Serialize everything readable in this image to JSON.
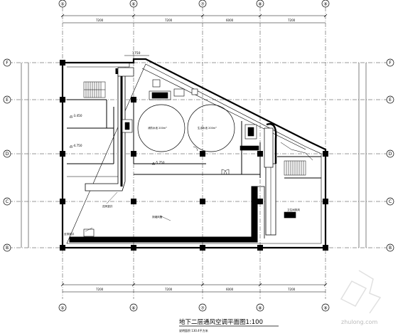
{
  "drawing": {
    "title": "地下二层通风空调平面图1:100",
    "subtitle": "说明面积  130.4平方米",
    "top_dim": "1750",
    "axis_top": [
      "⑤",
      "⑥",
      "⑦",
      "⑧",
      "⑨"
    ],
    "axis_bottom": [
      "⑤",
      "⑥",
      "⑦",
      "⑧",
      "⑨"
    ],
    "axis_left": [
      "F",
      "E",
      "D",
      "C",
      "B"
    ],
    "axis_right": [
      "F",
      "E",
      "D",
      "C",
      "B"
    ],
    "level_labels": [
      "-3.450",
      "-4.750",
      "-5.750"
    ],
    "annotations": [
      "至排风井",
      "送风竖井",
      "排烟风管",
      "卫生间排风"
    ],
    "watermark": "zhulong.com"
  }
}
